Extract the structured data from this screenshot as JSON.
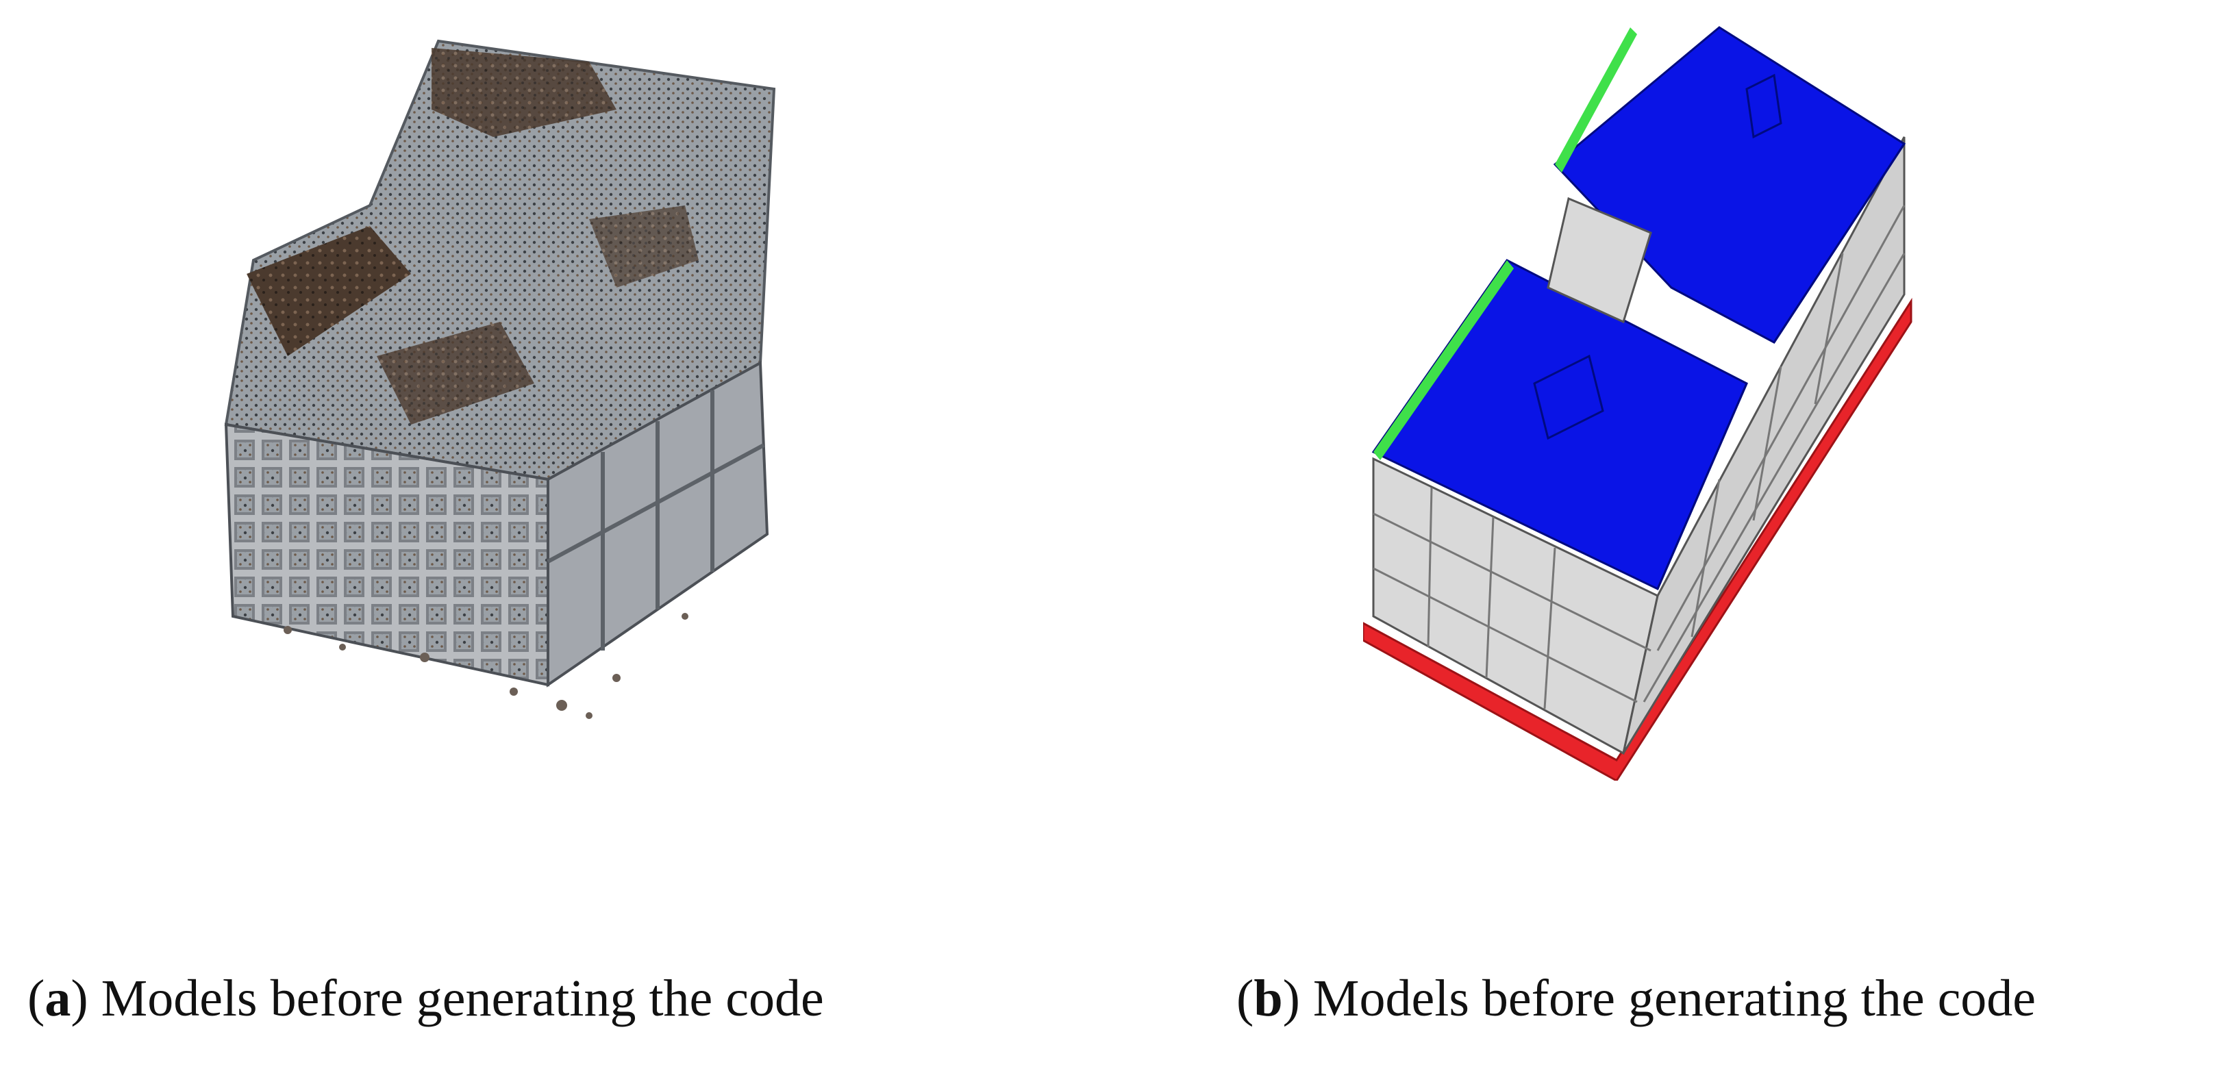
{
  "figure": {
    "panels": [
      {
        "letter": "a",
        "text": "Models before generating the code",
        "image_kind": "point-cloud building model"
      },
      {
        "letter": "b",
        "text": "Models before generating the code",
        "image_kind": "BIM building model"
      }
    ],
    "colors": {
      "roof": "#0a14e6",
      "base": "#e8242a",
      "edge_strip": "#3fe04a",
      "wall": "#d9d9d9",
      "pointcloud_dark": "#4a3a30",
      "pointcloud_gray": "#8a8e94"
    }
  }
}
